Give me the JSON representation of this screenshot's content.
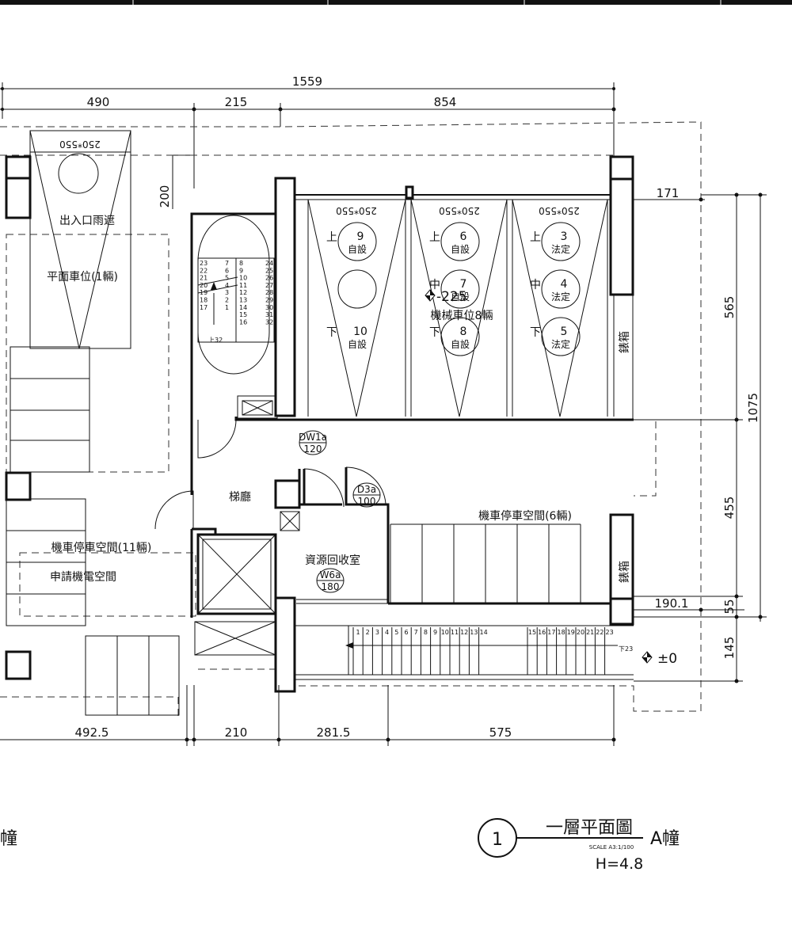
{
  "dimensions": {
    "overall_width": "1559",
    "top_left": "490",
    "top_middle": "215",
    "top_right": "854",
    "canopy_depth": "200",
    "right_offset_top": "171",
    "right_offset_bottom": "190.1",
    "right_h1": "565",
    "right_h2": "455",
    "right_h3": "55",
    "right_h4": "145",
    "right_total": "1075",
    "bottom_1": "492.5",
    "bottom_2": "210",
    "bottom_3": "281.5",
    "bottom_4": "575"
  },
  "parking_labels": {
    "slot_size": "250*550",
    "up": "上",
    "mid": "中",
    "down": "下",
    "self": "自設",
    "legal": "法定"
  },
  "parking_slots": [
    {
      "number": "9"
    },
    {
      "number": "10"
    },
    {
      "number": "6"
    },
    {
      "number": "7"
    },
    {
      "number": "8"
    },
    {
      "number": "3"
    },
    {
      "number": "4"
    },
    {
      "number": "5"
    }
  ],
  "rooms": {
    "canopy": "出入口雨遮",
    "flat_parking": "平面車位(1輛)",
    "mechanical_parking": "機械車位8輛",
    "elevation_lower": "-225",
    "lobby": "梯廳",
    "scooter_6": "機車停車空間(6輛)",
    "scooter_11": "機車停車空間(11輛)",
    "ev_space": "申請機電空間",
    "recycle": "資源回收室",
    "meter_box": "錶箱",
    "ground_level": "±0"
  },
  "doors": [
    {
      "code": "DW1a",
      "width": "120"
    },
    {
      "code": "D3a",
      "width": "100"
    },
    {
      "code": "W6a",
      "width": "180"
    }
  ],
  "stair_top": {
    "left_col": [
      "23",
      "22",
      "21",
      "20",
      "19",
      "18",
      "17"
    ],
    "mid_col": [
      "7",
      "6",
      "5",
      "4",
      "3",
      "2",
      "1"
    ],
    "right_col_a": [
      "8",
      "9",
      "10",
      "11",
      "12",
      "13",
      "14",
      "15",
      "16"
    ],
    "right_col_b": [
      "24",
      "25",
      "26",
      "27",
      "28",
      "29",
      "30",
      "31",
      "32"
    ],
    "up_label": "上32"
  },
  "stair_bottom": {
    "steps": [
      "1",
      "2",
      "3",
      "4",
      "5",
      "6",
      "7",
      "8",
      "9",
      "10",
      "11",
      "12",
      "13",
      "14",
      "15",
      "16",
      "17",
      "18",
      "19",
      "20",
      "21",
      "22",
      "23"
    ],
    "down_label": "下23"
  },
  "title_block": {
    "number": "1",
    "title": "一層平面圖",
    "building": "A幢",
    "scale": "SCALE A3:1/100",
    "height": "H=4.8",
    "left_fragment": "幢"
  }
}
